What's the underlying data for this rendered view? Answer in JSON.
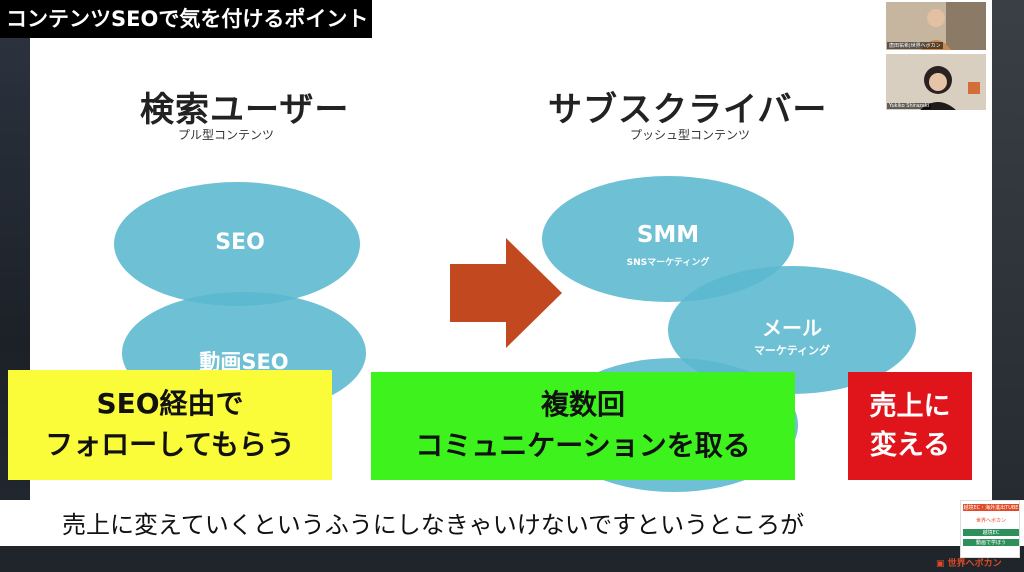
{
  "banner": {
    "title": "コンテンツSEOで気を付けるポイント"
  },
  "left": {
    "heading": "検索ユーザー",
    "subheading": "プル型コンテンツ",
    "ellipse_seo": "SEO",
    "ellipse_video": "動画SEO"
  },
  "right": {
    "heading": "サブスクライバー",
    "subheading": "プッシュ型コンテンツ",
    "ellipse_smm": "SMM",
    "ellipse_smm_sub": "SNSマーケティング",
    "ellipse_mail": "メール",
    "ellipse_mail_sub": "マーケティング"
  },
  "callouts": {
    "yellow_line1": "SEO経由で",
    "yellow_line2": "フォローしてもらう",
    "green_line1": "複数回",
    "green_line2": "コミュニケーションを取る",
    "red_line1": "売上に",
    "red_line2": "変える"
  },
  "subtitle": "売上に変えていくというふうにしなきゃいけないですというところが",
  "participants": [
    {
      "name": "唐田祐希|世界へボカン"
    },
    {
      "name": "Yukiko Shirazaki"
    }
  ],
  "logo": {
    "line1": "越境EC・海外進出TUBE",
    "line2": "世界へボカン",
    "line3": "越境EC",
    "line4": "動画で学ぼう",
    "brand": "世界へボカン"
  },
  "colors": {
    "ellipse": "#5ab7ce",
    "arrow": "#c2481f",
    "yellow": "#fafb39",
    "green": "#3df21d",
    "red": "#e0151b"
  }
}
